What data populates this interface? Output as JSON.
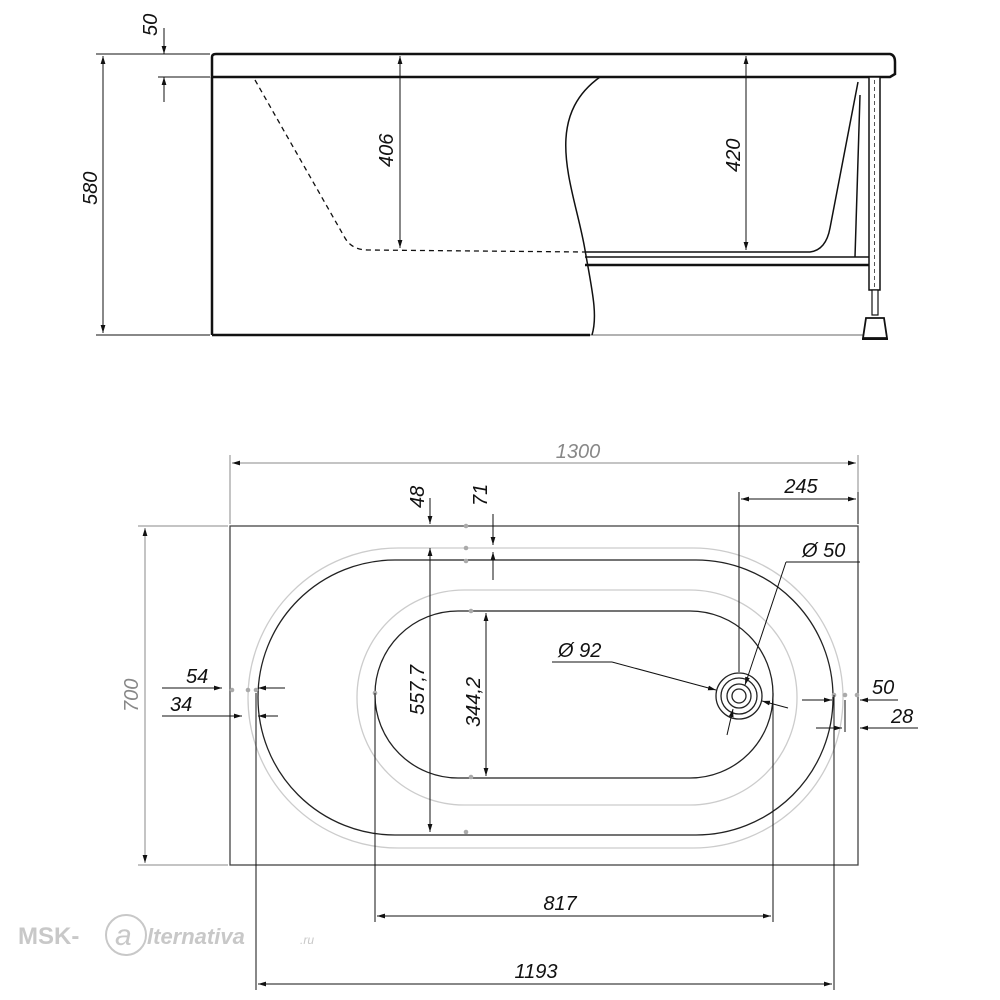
{
  "side_view": {
    "dim_rim": "50",
    "dim_height_total": "580",
    "dim_depth_left": "406",
    "dim_depth_right": "420"
  },
  "top_view": {
    "dim_length": "1300",
    "dim_width": "700",
    "dim_rim_top": "48",
    "dim_inner_offset": "71",
    "dim_drain_offset": "245",
    "dim_drain_dia": "Ø 50",
    "dim_outlet_dia": "Ø 92",
    "dim_left_54": "54",
    "dim_left_34": "34",
    "dim_inner_width": "557,7",
    "dim_bottom_width": "344,2",
    "dim_right_50": "50",
    "dim_right_28": "28",
    "dim_bottom_length": "817",
    "dim_inner_length": "1193"
  },
  "watermark": {
    "prefix": "MSK-",
    "at": "a",
    "suffix": "lternativa",
    "tld": ".ru"
  },
  "colors": {
    "line": "#111111",
    "light_line": "#cccccc",
    "gray_text": "#888888",
    "watermark": "#c8c8c8"
  }
}
